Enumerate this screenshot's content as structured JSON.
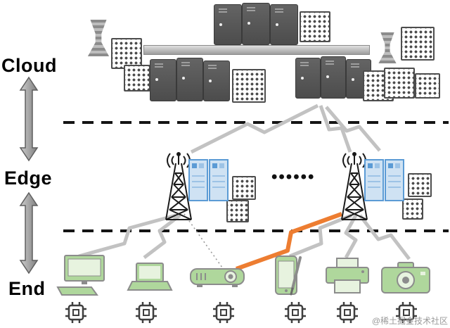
{
  "layers": [
    {
      "label": "Cloud"
    },
    {
      "label": "Edge"
    },
    {
      "label": "End"
    }
  ],
  "edge": {
    "separator_dots": "••••••"
  },
  "watermark": "@稀土掘金技术社区",
  "colors": {
    "server": "#575757",
    "chip": "#4d4d4d",
    "cabinet_fill": "#CFE2F3",
    "cabinet_stroke": "#5B9BD5",
    "device_fill": "#AFD79C",
    "device_stroke": "#8C8C8C",
    "bolt_gray": "#C2C2C2",
    "bolt_orange": "#ED7D31",
    "arrow_gray": "#ABABAB",
    "dash_black": "#141414"
  },
  "icon_names": [
    "server-icon",
    "chip-icon",
    "cooling-tower-icon",
    "data-bus-bar",
    "cell-tower-icon",
    "server-cabinet-icon",
    "lightning-bolt",
    "dotted-link",
    "desktop-computer-icon",
    "laptop-icon",
    "projector-icon",
    "tablet-stylus-icon",
    "printer-icon",
    "camera-icon",
    "cpu-chip-icon",
    "double-headed-arrow"
  ]
}
